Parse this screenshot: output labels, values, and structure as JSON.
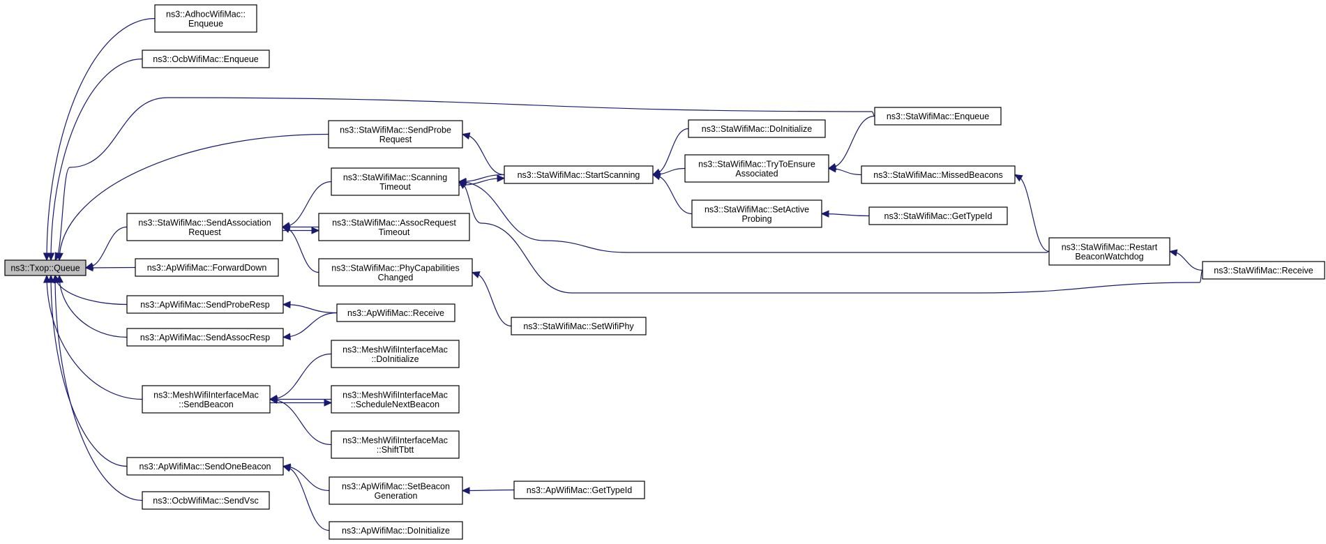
{
  "nodes": {
    "txop_queue": [
      "ns3::Txop::Queue"
    ],
    "adhoc_enqueue": [
      "ns3::AdhocWifiMac::",
      "Enqueue"
    ],
    "ocb_enqueue": [
      "ns3::OcbWifiMac::Enqueue"
    ],
    "sta_send_probe": [
      "ns3::StaWifiMac::SendProbe",
      "Request"
    ],
    "sta_scanning_timeout": [
      "ns3::StaWifiMac::Scanning",
      "Timeout"
    ],
    "sta_send_assoc": [
      "ns3::StaWifiMac::SendAssociation",
      "Request"
    ],
    "ap_forward_down": [
      "ns3::ApWifiMac::ForwardDown"
    ],
    "sta_assoc_timeout": [
      "ns3::StaWifiMac::AssocRequest",
      "Timeout"
    ],
    "sta_phy_cap": [
      "ns3::StaWifiMac::PhyCapabilities",
      "Changed"
    ],
    "ap_send_probe_resp": [
      "ns3::ApWifiMac::SendProbeResp"
    ],
    "ap_receive": [
      "ns3::ApWifiMac::Receive"
    ],
    "ap_send_assoc_resp": [
      "ns3::ApWifiMac::SendAssocResp"
    ],
    "mesh_doinit": [
      "ns3::MeshWifiInterfaceMac",
      "::DoInitialize"
    ],
    "mesh_send_beacon": [
      "ns3::MeshWifiInterfaceMac",
      "::SendBeacon"
    ],
    "mesh_schedule": [
      "ns3::MeshWifiInterfaceMac",
      "::ScheduleNextBeacon"
    ],
    "mesh_shift": [
      "ns3::MeshWifiInterfaceMac",
      "::ShiftTbtt"
    ],
    "ap_send_one_beacon": [
      "ns3::ApWifiMac::SendOneBeacon"
    ],
    "ap_set_beacon_gen": [
      "ns3::ApWifiMac::SetBeacon",
      "Generation"
    ],
    "ocb_send_vsc": [
      "ns3::OcbWifiMac::SendVsc"
    ],
    "ap_doinit": [
      "ns3::ApWifiMac::DoInitialize"
    ],
    "ap_gettypeid": [
      "ns3::ApWifiMac::GetTypeId"
    ],
    "sta_start_scanning": [
      "ns3::StaWifiMac::StartScanning"
    ],
    "sta_set_wifi_phy": [
      "ns3::StaWifiMac::SetWifiPhy"
    ],
    "sta_doinit": [
      "ns3::StaWifiMac::DoInitialize"
    ],
    "sta_try_ensure": [
      "ns3::StaWifiMac::TryToEnsure",
      "Associated"
    ],
    "sta_set_active": [
      "ns3::StaWifiMac::SetActive",
      "Probing"
    ],
    "sta_enqueue": [
      "ns3::StaWifiMac::Enqueue"
    ],
    "sta_missed_beacons": [
      "ns3::StaWifiMac::MissedBeacons"
    ],
    "sta_gettypeid": [
      "ns3::StaWifiMac::GetTypeId"
    ],
    "sta_restart_bw": [
      "ns3::StaWifiMac::Restart",
      "BeaconWatchdog"
    ],
    "sta_receive": [
      "ns3::StaWifiMac::Receive"
    ]
  },
  "edges": [
    [
      "adhoc_enqueue",
      "txop_queue"
    ],
    [
      "ocb_enqueue",
      "txop_queue"
    ],
    [
      "sta_enqueue",
      "txop_queue"
    ],
    [
      "sta_send_probe",
      "txop_queue"
    ],
    [
      "sta_send_assoc",
      "txop_queue"
    ],
    [
      "ap_forward_down",
      "txop_queue"
    ],
    [
      "ap_send_probe_resp",
      "txop_queue"
    ],
    [
      "ap_send_assoc_resp",
      "txop_queue"
    ],
    [
      "mesh_send_beacon",
      "txop_queue"
    ],
    [
      "ap_send_one_beacon",
      "txop_queue"
    ],
    [
      "ocb_send_vsc",
      "txop_queue"
    ],
    [
      "sta_start_scanning",
      "sta_send_probe"
    ],
    [
      "sta_start_scanning",
      "sta_scanning_timeout"
    ],
    [
      "sta_scanning_timeout",
      "sta_start_scanning"
    ],
    [
      "sta_scanning_timeout",
      "sta_send_assoc"
    ],
    [
      "sta_assoc_timeout",
      "sta_send_assoc"
    ],
    [
      "sta_send_assoc",
      "sta_assoc_timeout"
    ],
    [
      "sta_phy_cap",
      "sta_send_assoc"
    ],
    [
      "sta_doinit",
      "sta_start_scanning"
    ],
    [
      "sta_try_ensure",
      "sta_start_scanning"
    ],
    [
      "sta_set_active",
      "sta_start_scanning"
    ],
    [
      "sta_restart_bw",
      "sta_scanning_timeout"
    ],
    [
      "sta_receive",
      "sta_scanning_timeout"
    ],
    [
      "sta_set_wifi_phy",
      "sta_phy_cap"
    ],
    [
      "sta_enqueue",
      "sta_try_ensure"
    ],
    [
      "sta_missed_beacons",
      "sta_try_ensure"
    ],
    [
      "sta_gettypeid",
      "sta_set_active"
    ],
    [
      "sta_restart_bw",
      "sta_missed_beacons"
    ],
    [
      "sta_receive",
      "sta_restart_bw"
    ],
    [
      "ap_receive",
      "ap_send_probe_resp"
    ],
    [
      "ap_receive",
      "ap_send_assoc_resp"
    ],
    [
      "mesh_doinit",
      "mesh_send_beacon"
    ],
    [
      "mesh_schedule",
      "mesh_send_beacon"
    ],
    [
      "mesh_send_beacon",
      "mesh_schedule"
    ],
    [
      "mesh_shift",
      "mesh_send_beacon"
    ],
    [
      "ap_set_beacon_gen",
      "ap_send_one_beacon"
    ],
    [
      "ap_doinit",
      "ap_send_one_beacon"
    ],
    [
      "ap_gettypeid",
      "ap_set_beacon_gen"
    ]
  ],
  "colors": {
    "edge": "#191970",
    "root_fill": "#bfbfbf",
    "node_fill": "#ffffff",
    "node_border": "#000000"
  }
}
